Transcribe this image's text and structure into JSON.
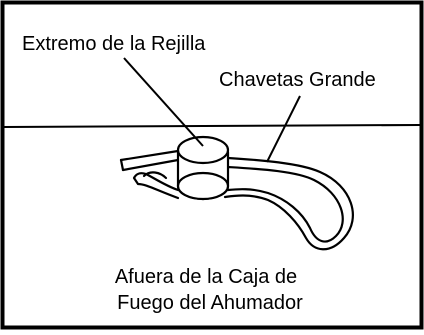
{
  "labels": {
    "grate_end": "Extremo de la Rejilla",
    "large_cotter_pins": "Chavetas Grande",
    "firebox_outside_line1": "Afuera de la Caja de",
    "firebox_outside_line2": "Fuego del Ahumador"
  },
  "colors": {
    "stroke": "#000000",
    "background": "#ffffff"
  }
}
